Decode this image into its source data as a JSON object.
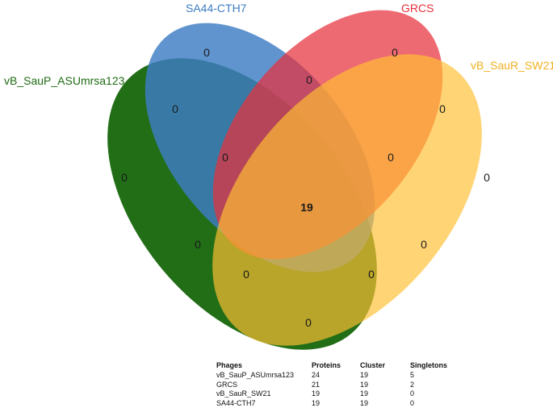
{
  "venn": {
    "sets": [
      {
        "key": "asu",
        "name": "vB_SauP_ASUmrsa123",
        "color": "#1e6b12"
      },
      {
        "key": "sa44",
        "name": "SA44-CTH7",
        "color": "#3d7dc4"
      },
      {
        "key": "grcs",
        "name": "GRCS",
        "color": "#e8303c"
      },
      {
        "key": "sw21",
        "name": "vB_SauR_SW21",
        "color": "#ffbf33"
      }
    ],
    "regions": {
      "sa44_only": "0",
      "grcs_only": "0",
      "asu_only": "0",
      "sw21_only": "0",
      "sa44_grcs": "0",
      "asu_sa44": "0",
      "grcs_sw21": "0",
      "asu_sa44_grcs": "0",
      "sa44_grcs_sw21": "0",
      "all": "19",
      "asu_sw21": "0",
      "asu_sa44_sw21": "0",
      "asu_grcs_sw21": "0",
      "asu_grcs": "0",
      "sa44_sw21": "0"
    }
  },
  "table": {
    "headers": [
      "Phages",
      "Proteins",
      "Cluster",
      "Singletons"
    ],
    "rows": [
      [
        "vB_SauP_ASUmrsa123",
        "24",
        "19",
        "5"
      ],
      [
        "GRCS",
        "21",
        "19",
        "2"
      ],
      [
        "vB_SauR_SW21",
        "19",
        "19",
        "0"
      ],
      [
        "SA44-CTH7",
        "19",
        "19",
        "0"
      ]
    ]
  }
}
